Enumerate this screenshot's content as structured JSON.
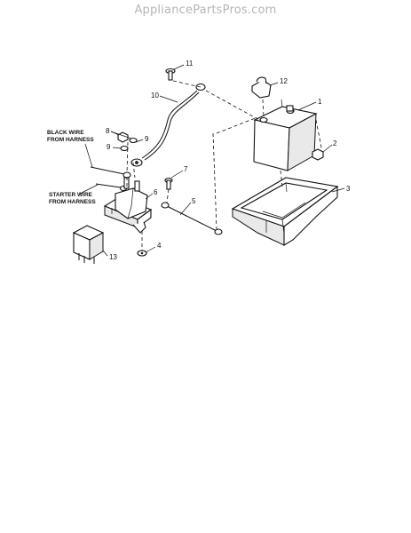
{
  "watermark": "AppliancePartsPros.com",
  "callouts": {
    "c1": "1",
    "c2": "2",
    "c3": "3",
    "c4": "4",
    "c5": "5",
    "c6": "6",
    "c7": "7",
    "c8": "8",
    "c9a": "9",
    "c9b": "9",
    "c10": "10",
    "c11": "11",
    "c12": "12",
    "c13": "13"
  },
  "annotations": {
    "black_wire_line1": "BLACK WIRE",
    "black_wire_line2": "FROM HARNESS",
    "starter_wire_line1": "STARTER WIRE",
    "starter_wire_line2": "FROM HARNESS"
  }
}
